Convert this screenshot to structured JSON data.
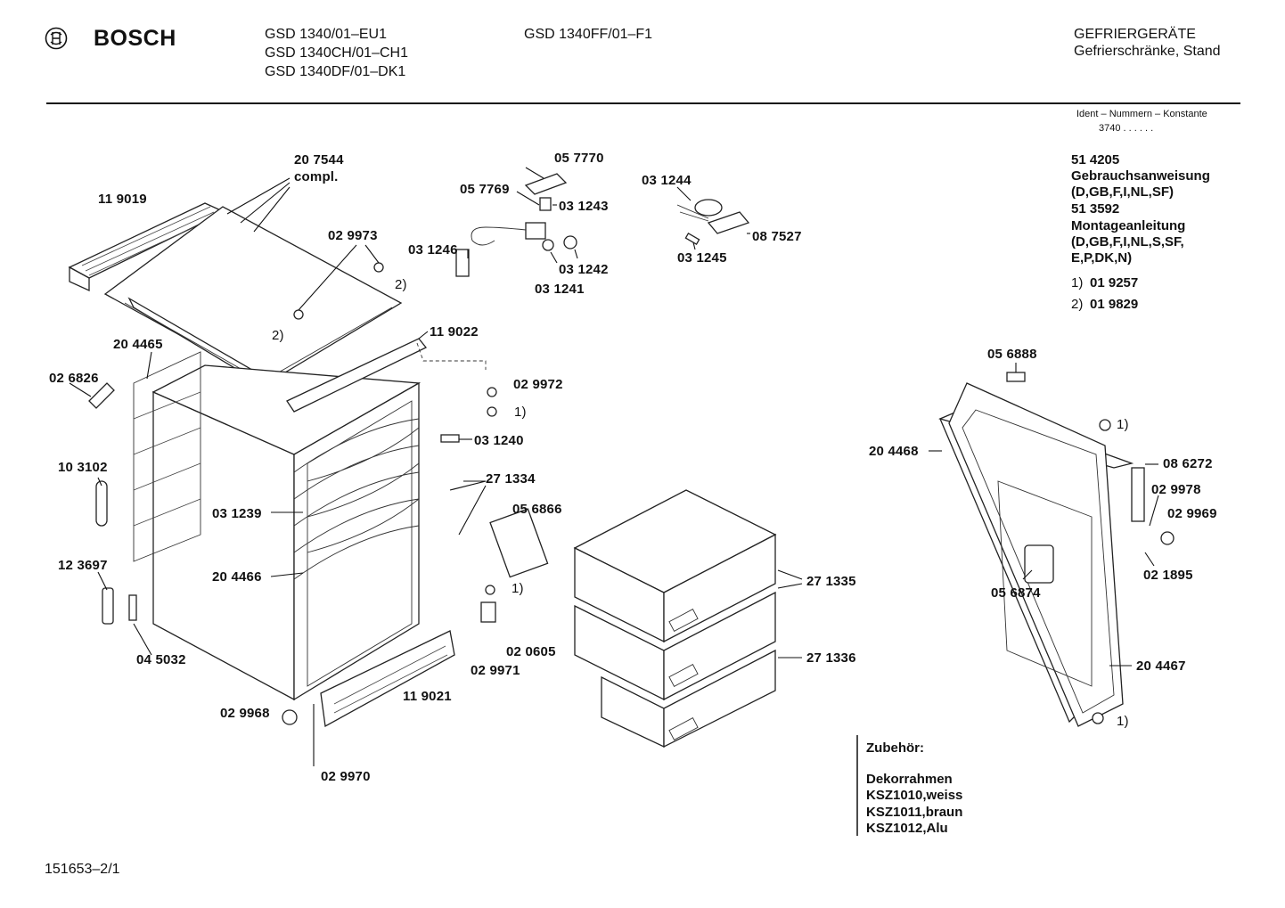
{
  "header": {
    "brand": "BOSCH",
    "models": [
      "GSD 1340/01–EU1",
      "GSD 1340CH/01–CH1",
      "GSD 1340DF/01–DK1",
      "GSD 1340FF/01–F1"
    ],
    "category": "GEFRIERGERÄTE",
    "subcategory": "Gefrierschränke, Stand",
    "ident_label": "Ident – Nummern – Konstante",
    "ident_value": "3740  .  .   .  .  .  ."
  },
  "sidebar": {
    "lines": [
      "51 4205",
      "Gebrauchsanweisung",
      "(D,GB,F,I,NL,SF)",
      "51 3592",
      "Montageanleitung",
      "(D,GB,F,I,NL,S,SF,",
      "E,P,DK,N)"
    ],
    "notes": [
      {
        "mark": "1)",
        "value": "01 9257"
      },
      {
        "mark": "2)",
        "value": "01 9829"
      }
    ]
  },
  "parts": {
    "p207544": "20 7544",
    "compl": "compl.",
    "p119019": "11 9019",
    "p029973": "02 9973",
    "n2a": "2)",
    "n2b": "2)",
    "p204465": "20 4465",
    "p026826": "02 6826",
    "p103102": "10 3102",
    "p123697": "12 3697",
    "p045032": "04 5032",
    "p029968": "02 9968",
    "p029970": "02 9970",
    "p119021": "11 9021",
    "p031239": "03 1239",
    "p204466": "20 4466",
    "p119022": "11 9022",
    "p029972": "02 9972",
    "n1a": "1)",
    "p031240": "03 1240",
    "p271334": "27 1334",
    "p056866": "05 6866",
    "n1b": "1)",
    "p020605": "02 0605",
    "p029971": "02 9971",
    "p057770": "05 7770",
    "p057769": "05 7769",
    "p031243": "03 1243",
    "p031246": "03 1246",
    "p031242": "03 1242",
    "p031241": "03 1241",
    "p031244": "03 1244",
    "p087527": "08 7527",
    "p031245": "03 1245",
    "p271335": "27 1335",
    "p271336": "27 1336",
    "p056888": "05 6888",
    "n1c": "1)",
    "p204468": "20 4468",
    "p086272": "08 6272",
    "p029978": "02 9978",
    "p029969": "02 9969",
    "p021895": "02 1895",
    "p056874": "05 6874",
    "p204467": "20 4467",
    "n1d": "1)"
  },
  "accessories": {
    "heading": "Zubehör:",
    "lines": [
      "Dekorrahmen",
      "KSZ1010,weiss",
      "KSZ1011,braun",
      "KSZ1012,Alu"
    ]
  },
  "footer": {
    "code": "151653–2/1"
  }
}
